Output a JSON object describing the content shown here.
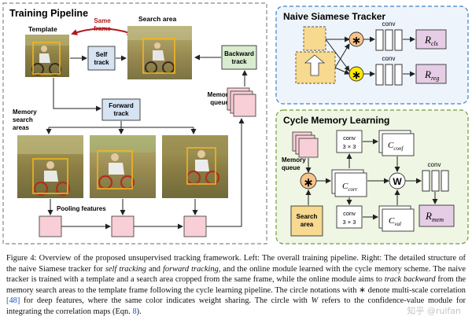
{
  "left_panel": {
    "title": "Training Pipeline",
    "template_label": "Template",
    "search_area_label": "Search area",
    "same_frame_label": [
      "Same",
      "frame"
    ],
    "self_track_label": [
      "Self",
      "track"
    ],
    "backward_track_label": [
      "Backward",
      "track"
    ],
    "forward_track_label": [
      "Forward",
      "track"
    ],
    "memory_queue_label": [
      "Memory",
      "queue"
    ],
    "memory_search_areas_label": [
      "Memory",
      "search",
      "areas"
    ],
    "pooling_features_label": "Pooling features"
  },
  "right_top": {
    "title": "Naive Siamese Tracker",
    "conv_label_1": "conv",
    "conv_label_2": "conv",
    "r_cls": "R",
    "r_cls_sub": "cls",
    "r_reg": "R",
    "r_reg_sub": "reg"
  },
  "right_bottom": {
    "title": "Cycle Memory Learning",
    "memory_queue_label": [
      "Memory",
      "queue"
    ],
    "search_area_label": [
      "Search",
      "area"
    ],
    "conv3x3_top": [
      "conv",
      "3 × 3"
    ],
    "conv3x3_bottom": [
      "conv",
      "3 × 3"
    ],
    "c_conf": "C",
    "c_conf_sub": "conf",
    "c_corr": "C",
    "c_corr_sub": "corr",
    "c_val": "C",
    "c_val_sub": "val",
    "w_symbol": "W",
    "conv_label": "conv",
    "r_mem": "R",
    "r_mem_sub": "mem"
  },
  "caption": {
    "fig_label": "Figure 4:",
    "t1": " Overview of the proposed unsupervised tracking framework. Left: The overall training pipeline. Right: The detailed structure of the naive Siamese tracker for ",
    "self_tracking": "self tracking",
    "t2": " and ",
    "forward_tracking": "forward tracking",
    "t3": ", and the online module learned with the cycle memory scheme. The naive tracker is trained with a template and a search area cropped from the same frame, while the online module aims to ",
    "track_backward": "track backward",
    "t4": " from the memory search areas to the template frame following the cycle learning pipeline. The circle notations with ∗ denote multi-scale correlation ",
    "cite1": "[48]",
    "t5": " for deep features, where the same color indicates weight sharing. The circle with ",
    "w_italic": "W",
    "t6": " refers to the confidence-value module for integrating the correlation maps (Eqn. ",
    "cite2": "8",
    "t7": ")."
  },
  "watermark": "知乎 @ruifan",
  "colors": {
    "left_border": "#888888",
    "blue_panel_bg": "#eef4fb",
    "blue_panel_border": "#3d83c4",
    "green_panel_bg": "#eff6e4",
    "green_panel_border": "#6e9c3a",
    "track_box": "#d5e3f3",
    "pink_box": "#f8cfd6",
    "purple_box": "#e6cde6",
    "yellow_box": "#f7d990",
    "orange_circle": "#f7c48a",
    "yellow_circle": "#ffe900",
    "red_arrow": "#b0181c"
  }
}
